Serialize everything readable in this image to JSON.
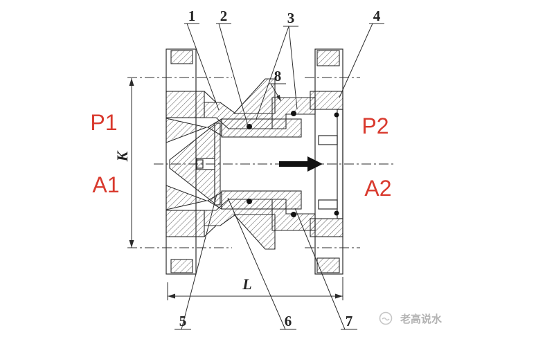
{
  "drawing": {
    "kind": "valve-cross-section",
    "part_numbers": [
      "1",
      "2",
      "3",
      "4",
      "5",
      "6",
      "7",
      "8"
    ],
    "port_labels": {
      "p1": "P1",
      "a1": "A1",
      "p2": "P2",
      "a2": "A2"
    },
    "dimension_labels": {
      "height": "K",
      "length": "L"
    },
    "watermark": {
      "text": "老高说水"
    },
    "colors": {
      "port_label_red": "#d93a2e",
      "line": "#2b2b2b",
      "watermark_gray": "#b3b3b3"
    }
  }
}
